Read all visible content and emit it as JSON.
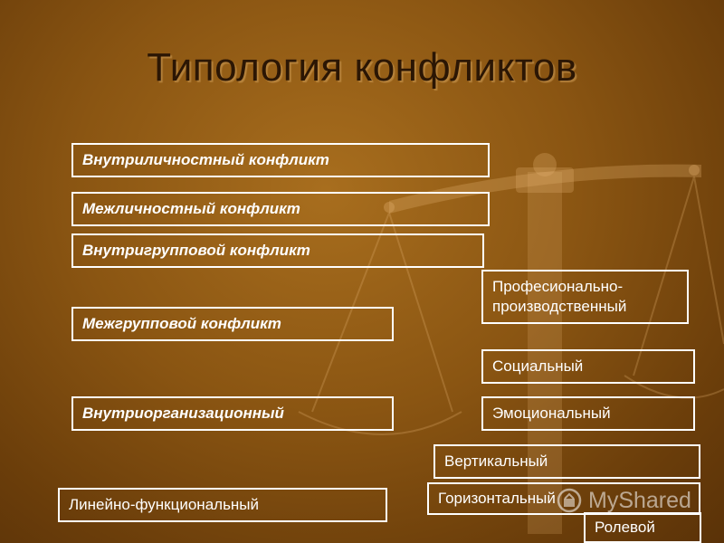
{
  "title": "Типология конфликтов",
  "types": [
    "Внутриличностный конфликт",
    "Межличностный конфликт",
    "Внутригрупповой конфликт",
    "Межгрупповой конфликт",
    "Внутриорганизационный"
  ],
  "subtypes": {
    "professional": "Професионально-производственный",
    "social": "Социальный",
    "emotional": "Эмоциональный",
    "vertical": "Вертикальный",
    "horizontal": "Горизонтальный",
    "linear": "Линейно-функциональный",
    "role": "Ролевой"
  },
  "watermark": "MyShared",
  "colors": {
    "background": "#8a5512",
    "box_border": "#ffffff",
    "title": "#2b1604"
  }
}
